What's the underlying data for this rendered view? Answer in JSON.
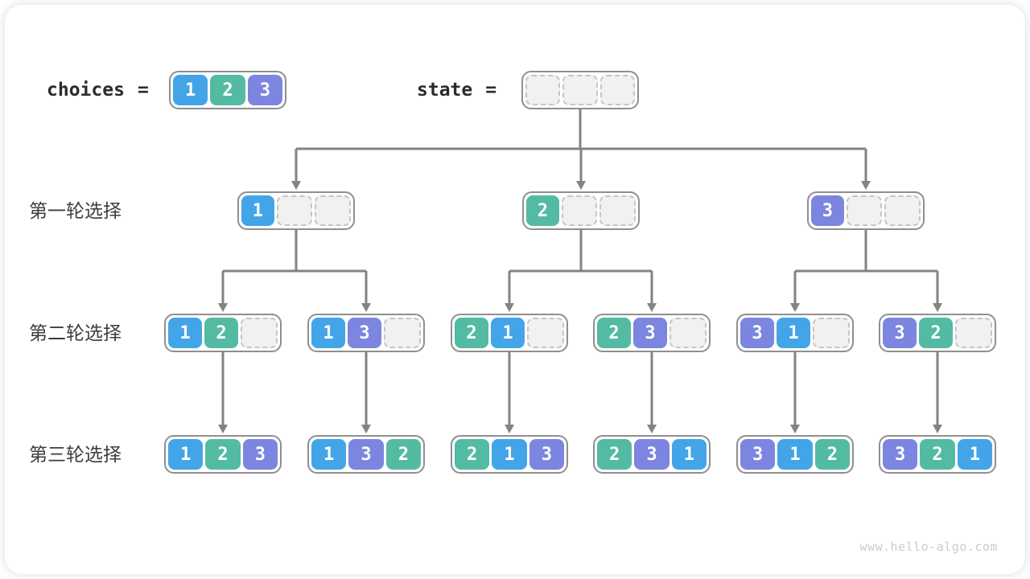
{
  "page": {
    "watermark": "www.hello-algo.com"
  },
  "colors": {
    "1": "#43a5e8",
    "2": "#53bba3",
    "3": "#7c85df",
    "arrow": "#838383",
    "frame_border": "#8f8f8f",
    "empty_fill": "#f1f1f2",
    "empty_border": "#c5c5c5",
    "label_text": "#3d3d3d",
    "watermark": "#cbcbcb"
  },
  "header": {
    "choices": {
      "label": "choices",
      "equals": "=",
      "values": [
        "1",
        "2",
        "3"
      ]
    },
    "state": {
      "label": "state",
      "equals": "=",
      "values": [
        null,
        null,
        null
      ]
    }
  },
  "rows": [
    {
      "label": "第一轮选择",
      "nodes": [
        [
          "1",
          null,
          null
        ],
        [
          "2",
          null,
          null
        ],
        [
          "3",
          null,
          null
        ]
      ]
    },
    {
      "label": "第二轮选择",
      "nodes": [
        [
          "1",
          "2",
          null
        ],
        [
          "1",
          "3",
          null
        ],
        [
          "2",
          "1",
          null
        ],
        [
          "2",
          "3",
          null
        ],
        [
          "3",
          "1",
          null
        ],
        [
          "3",
          "2",
          null
        ]
      ]
    },
    {
      "label": "第三轮选择",
      "nodes": [
        [
          "1",
          "2",
          "3"
        ],
        [
          "1",
          "3",
          "2"
        ],
        [
          "2",
          "1",
          "3"
        ],
        [
          "2",
          "3",
          "1"
        ],
        [
          "3",
          "1",
          "2"
        ],
        [
          "3",
          "2",
          "1"
        ]
      ]
    }
  ]
}
